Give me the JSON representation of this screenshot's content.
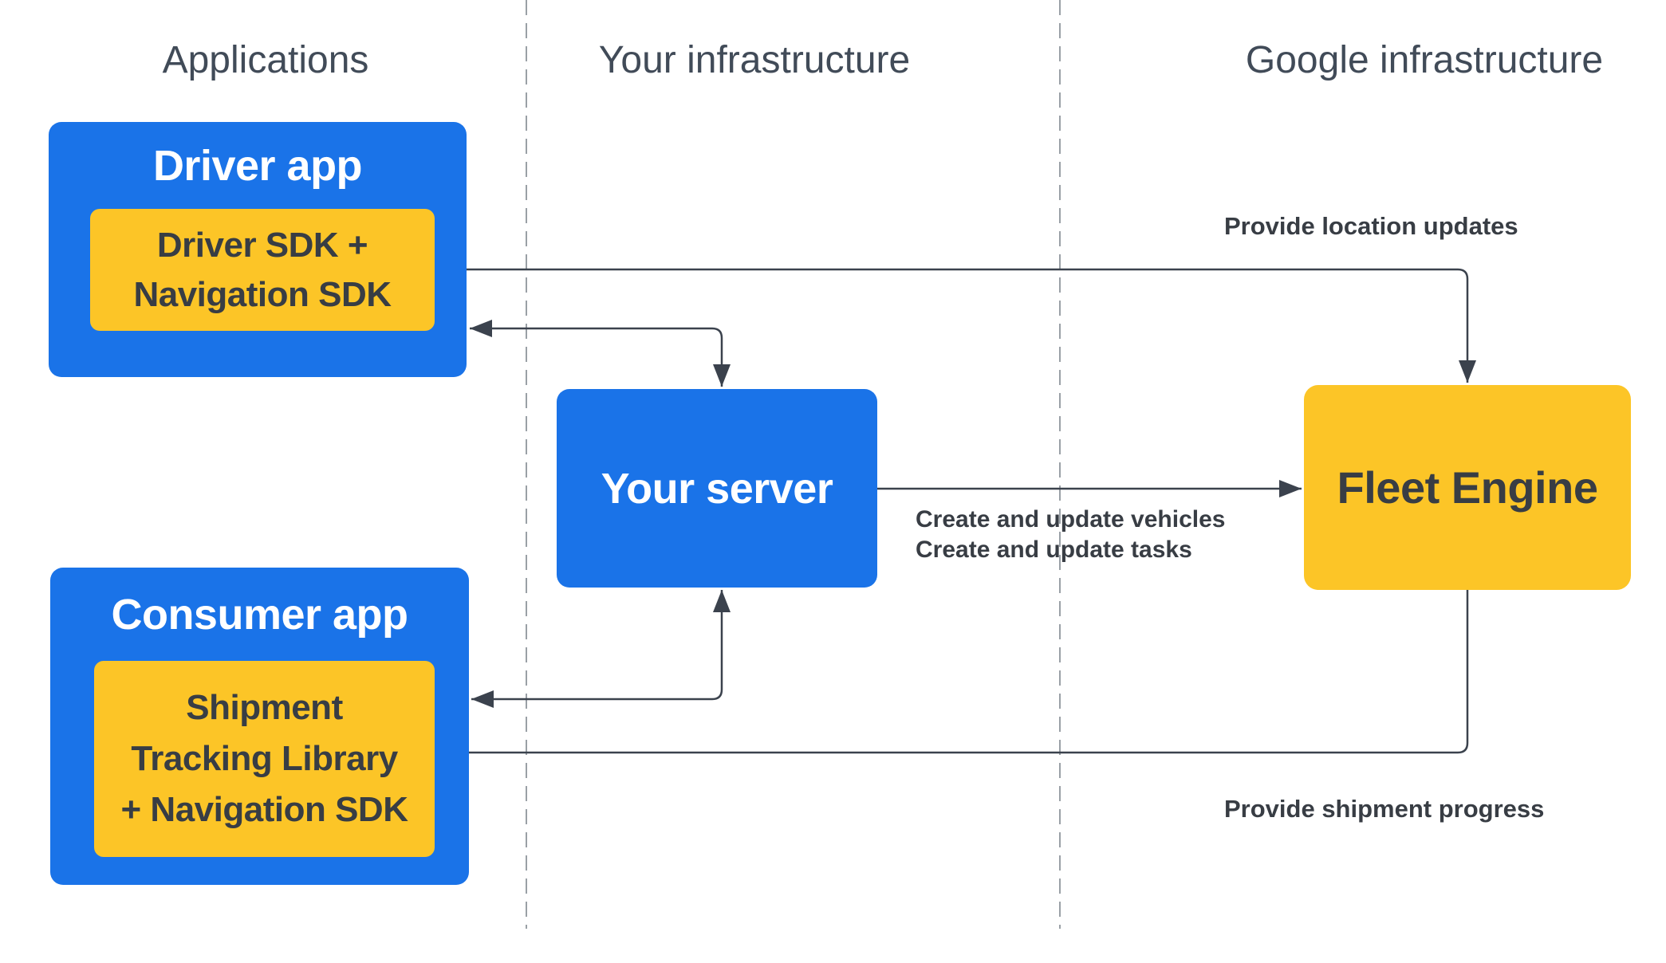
{
  "colors": {
    "blue": "#1a73e8",
    "yellow": "#fcc527",
    "ink": "#383d44",
    "header_ink": "#414b58",
    "arrow": "#3b424d",
    "divider": "#9aa0a6",
    "canvas_bg": "#ffffff"
  },
  "columns": {
    "applications": "Applications",
    "your_infrastructure": "Your infrastructure",
    "google_infrastructure": "Google infrastructure"
  },
  "nodes": {
    "driver_app": {
      "title": "Driver app"
    },
    "driver_sdk": {
      "line1": "Driver SDK +",
      "line2": "Navigation SDK"
    },
    "your_server": {
      "title": "Your server"
    },
    "fleet_engine": {
      "title": "Fleet Engine"
    },
    "consumer_app": {
      "title": "Consumer app"
    },
    "shipment_library": {
      "line1": "Shipment",
      "line2": "Tracking Library",
      "line3": "+ Navigation SDK"
    }
  },
  "edge_labels": {
    "provide_location_updates": "Provide location updates",
    "create_and_update_vehicles": "Create and update vehicles",
    "create_and_update_tasks": "Create and update tasks",
    "provide_shipment_progress": "Provide shipment progress"
  }
}
